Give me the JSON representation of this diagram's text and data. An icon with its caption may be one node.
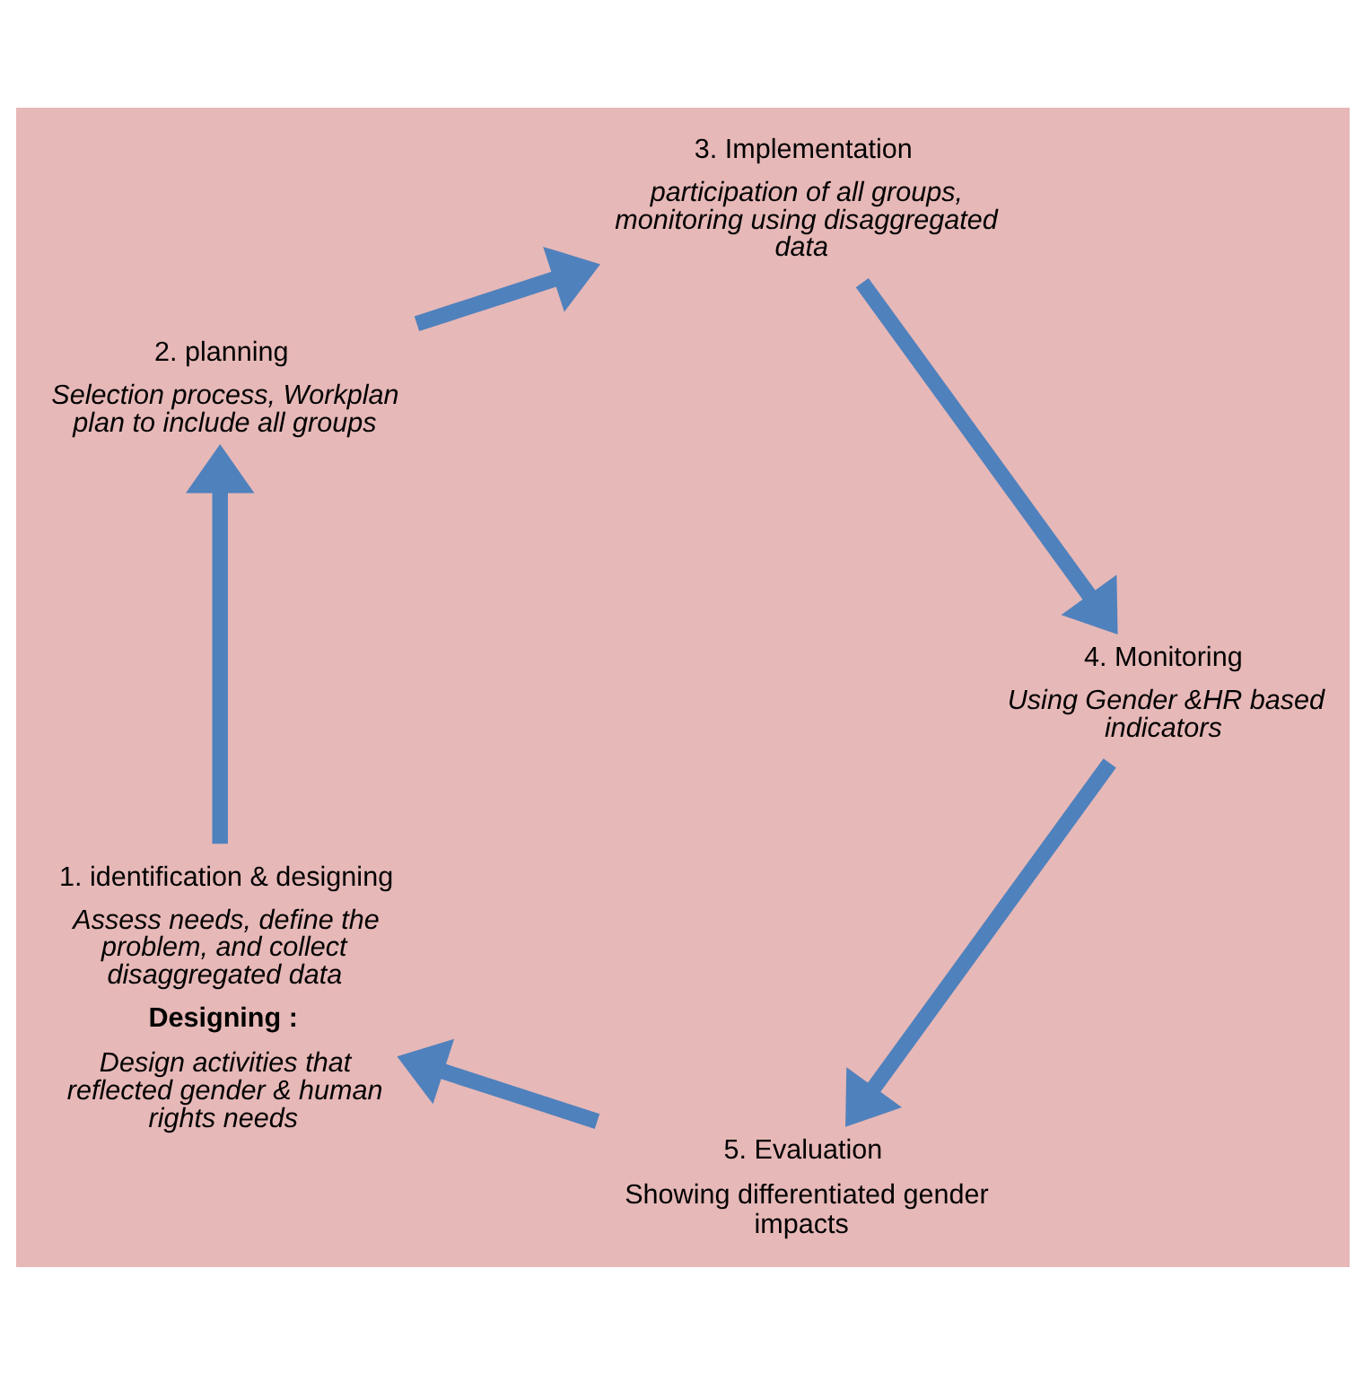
{
  "diagram": {
    "nodes": [
      {
        "text": [
          "1. identification & designing",
          "Assess needs, define the problem, and collect disaggregated data",
          "Designing :",
          "Design activities that reflected gender & human rights needs"
        ]
      },
      {
        "text": [
          "2. planning",
          "Selection process, Workplan plan to include all groups"
        ]
      },
      {
        "text": [
          "3. Implementation",
          "participation of all groups, monitoring using disaggregated data"
        ]
      },
      {
        "text": [
          "4. Monitoring",
          "Using Gender &HR based indicators"
        ]
      },
      {
        "text": [
          "5. Evaluation",
          "Showing differentiated gender impacts"
        ]
      }
    ],
    "edges": [
      {
        "from": 4,
        "to": 0,
        "arrow": "to"
      },
      {
        "from": 0,
        "to": 1,
        "arrow": "to"
      },
      {
        "from": 1,
        "to": 2,
        "arrow": "to"
      },
      {
        "from": 2,
        "to": 3,
        "arrow": "to"
      },
      {
        "from": 3,
        "to": 4,
        "arrow": "to"
      }
    ]
  }
}
